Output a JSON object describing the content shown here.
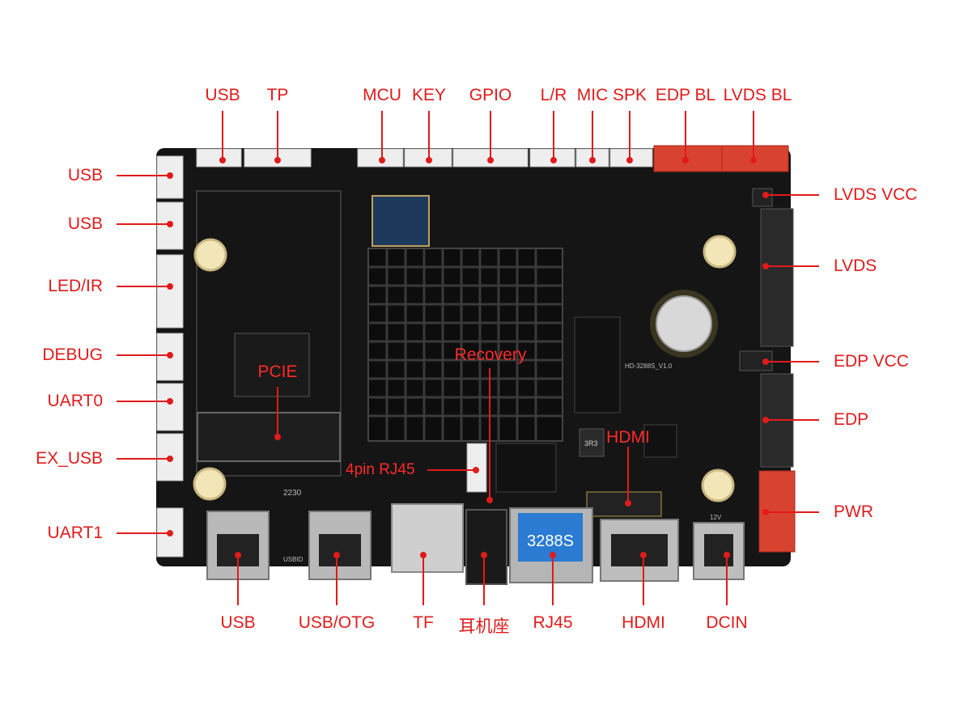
{
  "accent_color": "#e01b1b",
  "board": {
    "silkscreen": {
      "model": "HD-3288S_V1.0",
      "m2_size": "2230",
      "ic_marking": "3R3",
      "usb_id": "USBID",
      "voltage": "12V"
    },
    "rj45_badge": "3288S"
  },
  "labels": {
    "top": {
      "usb": "USB",
      "tp": "TP",
      "mcu": "MCU",
      "key": "KEY",
      "gpio": "GPIO",
      "lr": "L/R",
      "mic": "MIC",
      "spk": "SPK",
      "edp_bl": "EDP BL",
      "lvds_bl": "LVDS BL"
    },
    "left": {
      "usb1": "USB",
      "usb2": "USB",
      "led_ir": "LED/IR",
      "debug": "DEBUG",
      "uart0": "UART0",
      "ex_usb": "EX_USB",
      "uart1": "UART1"
    },
    "right": {
      "lvds_vcc": "LVDS VCC",
      "lvds": "LVDS",
      "edp_vcc": "EDP VCC",
      "edp": "EDP",
      "pwr": "PWR"
    },
    "bottom": {
      "usb": "USB",
      "usb_otg": "USB/OTG",
      "tf": "TF",
      "headphone": "耳机座",
      "rj45": "RJ45",
      "hdmi": "HDMI",
      "dcin": "DCIN"
    },
    "inboard": {
      "pcie": "PCIE",
      "recovery": "Recovery",
      "rj45_4pin": "4pin RJ45",
      "hdmi": "HDMI"
    }
  }
}
